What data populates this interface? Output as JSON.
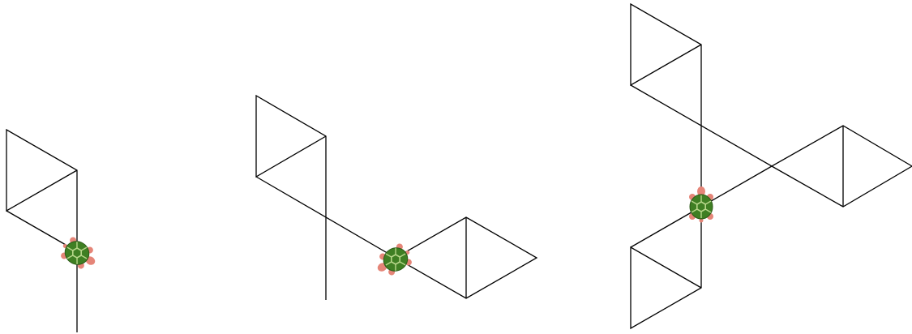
{
  "stroke_color": "#000000",
  "background_color": "#ffffff",
  "turtle": {
    "shell_color": "#3f7f23",
    "shell_pattern_color": "#b7d68a",
    "skin_color": "#e58578",
    "icon": "turtle-icon"
  },
  "panels": [
    {
      "name": "panel-step-1"
    },
    {
      "name": "panel-step-2"
    },
    {
      "name": "panel-step-3"
    }
  ]
}
